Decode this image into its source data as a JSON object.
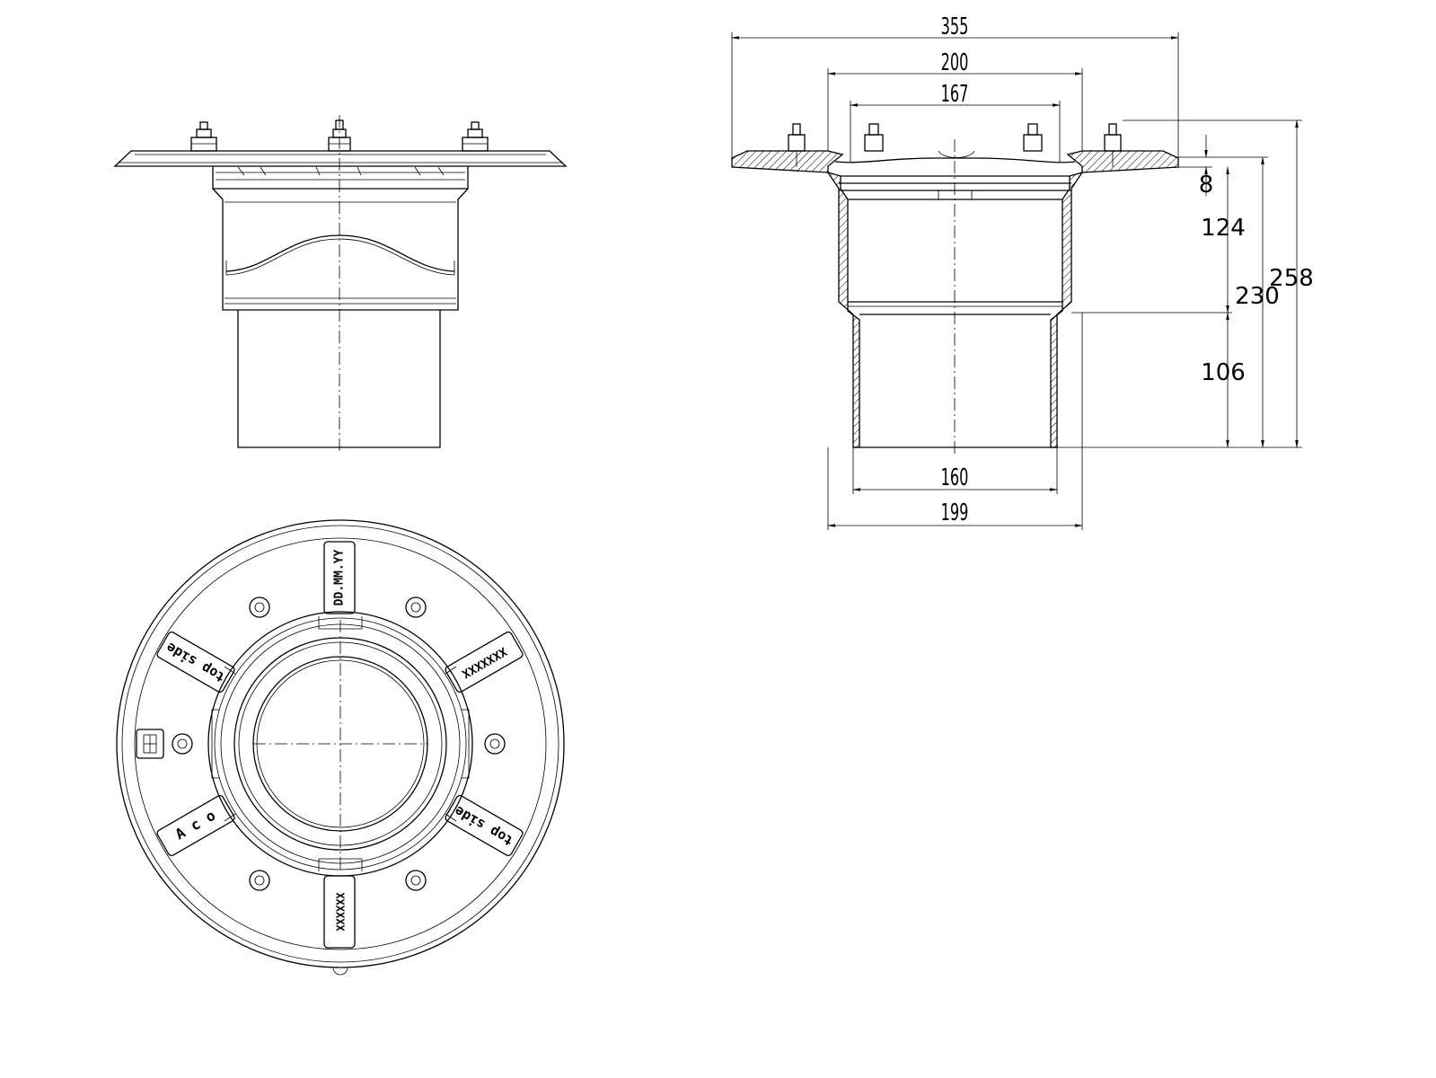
{
  "dimensions": {
    "flange_width": "355",
    "body_width_200": "200",
    "inner_width_167": "167",
    "thickness_8": "8",
    "upper_height_124": "124",
    "total_height_230": "230",
    "overall_height_258": "258",
    "lower_height_106": "106",
    "outlet_diameter_160": "160",
    "outlet_outer_199": "199"
  },
  "plan_labels": {
    "date_code": "DD.MM.YY",
    "top_side_left": "top side",
    "top_side_right": "top side",
    "serial_right": "XXXXXXX",
    "serial_bottom": "XXXXXX",
    "aco": "A c o"
  }
}
